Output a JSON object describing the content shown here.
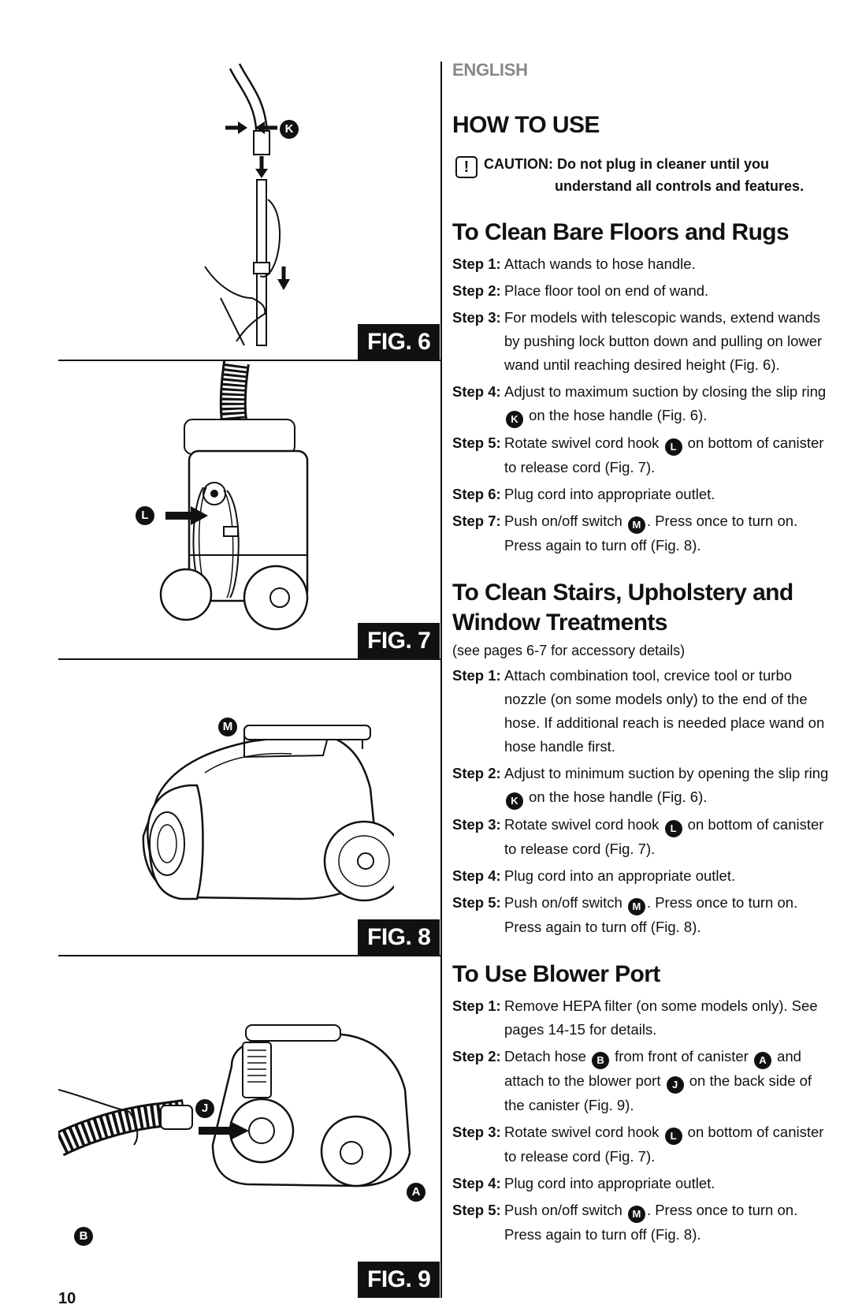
{
  "header": {
    "language": "ENGLISH",
    "section": "HOW TO USE"
  },
  "caution": {
    "label": "CAUTION:",
    "line1": "Do not plug in cleaner until you",
    "line2": "understand all controls and features."
  },
  "sections": [
    {
      "heading": "To Clean Bare Floors and Rugs",
      "note": "",
      "steps": [
        {
          "label": "Step 1:",
          "parts": [
            {
              "t": "Attach wands to hose handle."
            }
          ]
        },
        {
          "label": "Step 2:",
          "parts": [
            {
              "t": "Place floor tool on end of wand."
            }
          ]
        },
        {
          "label": "Step 3:",
          "parts": [
            {
              "t": "For models with telescopic wands, extend wands by pushing lock button down and pulling on lower wand until reaching desired height (Fig. 6)."
            }
          ]
        },
        {
          "label": "Step 4:",
          "parts": [
            {
              "t": "Adjust to maximum suction by closing the slip ring "
            },
            {
              "c": "K"
            },
            {
              "t": " on the hose handle (Fig. 6)."
            }
          ]
        },
        {
          "label": "Step 5:",
          "parts": [
            {
              "t": "Rotate swivel cord hook "
            },
            {
              "c": "L"
            },
            {
              "t": " on bottom of canister to release cord (Fig. 7)."
            }
          ]
        },
        {
          "label": "Step 6:",
          "parts": [
            {
              "t": "Plug cord into appropriate outlet."
            }
          ]
        },
        {
          "label": "Step 7:",
          "parts": [
            {
              "t": "Push on/off switch "
            },
            {
              "c": "M"
            },
            {
              "t": ". Press once to turn on. Press again to turn off (Fig. 8)."
            }
          ]
        }
      ]
    },
    {
      "heading": "To Clean Stairs, Upholstery and Window Treatments",
      "note": "(see pages 6-7 for accessory details)",
      "steps": [
        {
          "label": "Step 1:",
          "parts": [
            {
              "t": "Attach combination tool, crevice tool or turbo nozzle (on some models only) to the end of the hose. If additional reach is needed place wand on hose handle first."
            }
          ]
        },
        {
          "label": "Step 2:",
          "parts": [
            {
              "t": "Adjust to minimum suction by opening the slip ring "
            },
            {
              "c": "K"
            },
            {
              "t": " on the hose handle (Fig. 6)."
            }
          ]
        },
        {
          "label": "Step 3:",
          "parts": [
            {
              "t": "Rotate swivel cord hook "
            },
            {
              "c": "L"
            },
            {
              "t": " on bottom of canister to release cord (Fig. 7)."
            }
          ]
        },
        {
          "label": "Step 4:",
          "parts": [
            {
              "t": "Plug cord into an appropriate outlet."
            }
          ]
        },
        {
          "label": "Step 5:",
          "parts": [
            {
              "t": "Push on/off switch "
            },
            {
              "c": "M"
            },
            {
              "t": ". Press once to turn on. Press again to turn off (Fig. 8)."
            }
          ]
        }
      ]
    },
    {
      "heading": "To Use Blower Port",
      "note": "",
      "steps": [
        {
          "label": "Step 1:",
          "parts": [
            {
              "t": "Remove HEPA filter (on some models only). See pages 14-15 for details."
            }
          ]
        },
        {
          "label": "Step 2:",
          "parts": [
            {
              "t": "Detach hose "
            },
            {
              "c": "B"
            },
            {
              "t": " from front of canister "
            },
            {
              "c": "A"
            },
            {
              "t": " and attach to the blower port "
            },
            {
              "c": "J"
            },
            {
              "t": " on the back side of the canister (Fig. 9)."
            }
          ]
        },
        {
          "label": "Step 3:",
          "parts": [
            {
              "t": "Rotate swivel cord hook "
            },
            {
              "c": "L"
            },
            {
              "t": " on bottom of canister to release cord (Fig. 7)."
            }
          ]
        },
        {
          "label": "Step 4:",
          "parts": [
            {
              "t": "Plug cord into appropriate outlet."
            }
          ]
        },
        {
          "label": "Step 5:",
          "parts": [
            {
              "t": "Push on/off switch "
            },
            {
              "c": "M"
            },
            {
              "t": ". Press once to turn on. Press again to turn off (Fig. 8)."
            }
          ]
        }
      ]
    }
  ],
  "figures": {
    "fig6": {
      "label": "FIG. 6",
      "callouts": [
        "K"
      ]
    },
    "fig7": {
      "label": "FIG. 7",
      "callouts": [
        "L"
      ]
    },
    "fig8": {
      "label": "FIG. 8",
      "callouts": [
        "M"
      ]
    },
    "fig9": {
      "label": "FIG. 9",
      "callouts": [
        "J",
        "A",
        "B"
      ]
    }
  },
  "page_number": "10"
}
